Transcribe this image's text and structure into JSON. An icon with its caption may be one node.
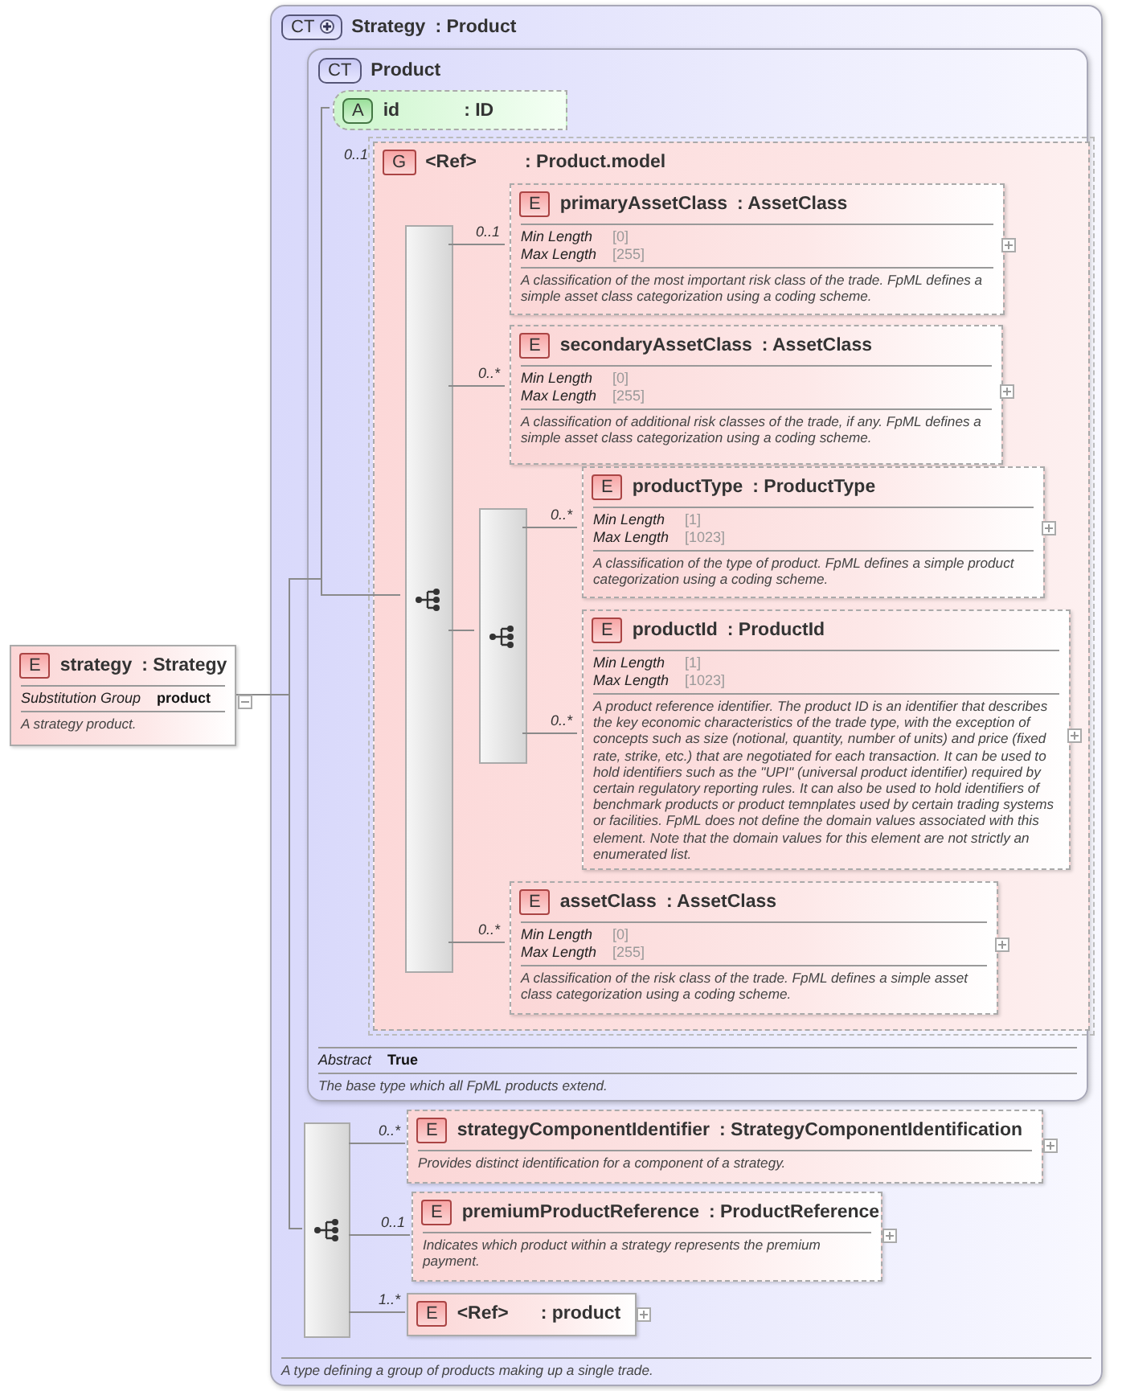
{
  "diagram": {
    "nodes": [
      {
        "text": [
          "E",
          "strategy",
          ": Strategy",
          "Substitution Group",
          "product",
          "A strategy product."
        ]
      },
      {
        "text": [
          "CT",
          "Strategy",
          ": Product",
          "A type defining a group of products making up a single trade."
        ]
      },
      {
        "text": [
          "CT",
          "Product",
          "Abstract",
          "True",
          "The base type which all FpML products extend."
        ],
        "in": 1
      },
      {
        "text": [
          "A",
          "id",
          ": ID"
        ],
        "in": 2
      },
      {
        "text": [
          "G",
          "<Ref>",
          ": Product.model"
        ],
        "in": 2,
        "beside": [
          "0..1"
        ]
      },
      {
        "text": [],
        "shape": "bar",
        "in": 4
      },
      {
        "text": [
          "E",
          "primaryAssetClass",
          ": AssetClass",
          "Min Length",
          "[0]",
          "Max Length",
          "[255]",
          "A classification of the most important risk class of the trade. FpML defines a simple asset class categorization using a coding scheme."
        ],
        "in": 4
      },
      {
        "text": [
          "E",
          "secondaryAssetClass",
          ": AssetClass",
          "Min Length",
          "[0]",
          "Max Length",
          "[255]",
          "A classification of additional risk classes of the trade, if any. FpML defines a simple asset class categorization using a coding scheme."
        ],
        "in": 4
      },
      {
        "text": [],
        "shape": "bar",
        "in": 4
      },
      {
        "text": [
          "E",
          "productType",
          ": ProductType",
          "Min Length",
          "[1]",
          "Max Length",
          "[1023]",
          "A classification of the type of product. FpML defines a simple product categorization using a coding scheme."
        ],
        "in": 4
      },
      {
        "text": [
          "E",
          "productId",
          ": ProductId",
          "Min Length",
          "[1]",
          "Max Length",
          "[1023]",
          "A product reference identifier. The product ID is an identifier that describes the key economic characteristics of the trade type, with the exception of concepts such as size (notional, quantity, number of units) and price (fixed rate, strike, etc.) that are negotiated for each transaction. It can be used to hold identifiers such as the \"UPI\" (universal product identifier) required by certain regulatory reporting rules. It can also be used to hold identifiers of benchmark products or product temnplates used by certain trading systems or facilities. FpML does not define the domain values associated with this element. Note that the domain values for this element are not strictly an enumerated list."
        ],
        "in": 4
      },
      {
        "text": [
          "E",
          "assetClass",
          ": AssetClass",
          "Min Length",
          "[0]",
          "Max Length",
          "[255]",
          "A classification of the risk class of the trade. FpML defines a simple asset class categorization using a coding scheme."
        ],
        "in": 4
      },
      {
        "text": [],
        "shape": "bar",
        "in": 1
      },
      {
        "text": [
          "E",
          "strategyComponentIdentifier",
          ": StrategyComponentIdentification",
          "Provides distinct identification for a component of a strategy."
        ],
        "in": 1
      },
      {
        "text": [
          "E",
          "premiumProductReference",
          ": ProductReference",
          "Indicates which product within a strategy represents the premium payment."
        ],
        "in": 1
      },
      {
        "text": [
          "E",
          "<Ref>",
          ": product"
        ],
        "in": 1
      }
    ],
    "edges": [
      {
        "from": 0,
        "to": 3,
        "arrow": "none"
      },
      {
        "from": 0,
        "to": 5,
        "arrow": "none"
      },
      {
        "from": 0,
        "to": 12,
        "arrow": "none"
      },
      {
        "from": 5,
        "to": 6,
        "arrow": "none",
        "label": "0..1"
      },
      {
        "from": 5,
        "to": 7,
        "arrow": "none",
        "label": "0..*"
      },
      {
        "from": 5,
        "to": 8,
        "arrow": "none"
      },
      {
        "from": 8,
        "to": 9,
        "arrow": "none",
        "label": "0..*"
      },
      {
        "from": 8,
        "to": 10,
        "arrow": "none",
        "label": "0..*"
      },
      {
        "from": 5,
        "to": 11,
        "arrow": "none",
        "label": "0..*"
      },
      {
        "from": 12,
        "to": 13,
        "arrow": "none",
        "label": "0..*"
      },
      {
        "from": 12,
        "to": 14,
        "arrow": "none",
        "label": "0..1"
      },
      {
        "from": 12,
        "to": 15,
        "arrow": "none",
        "label": "1..*"
      }
    ]
  }
}
